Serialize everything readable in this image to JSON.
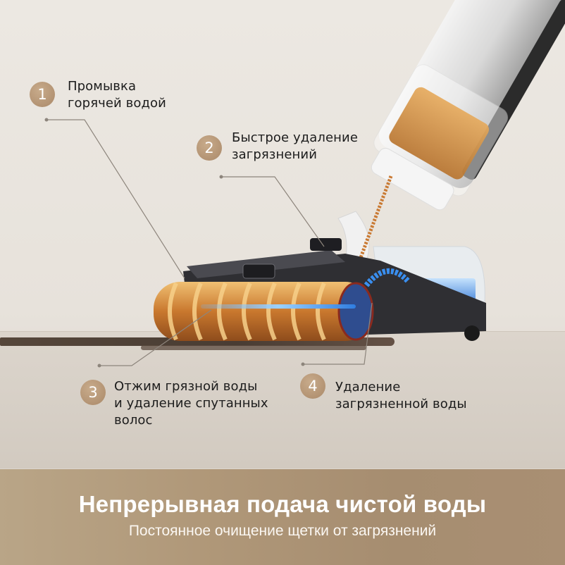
{
  "callouts": [
    {
      "number": "1",
      "line1": "Промывка",
      "line2": "горячей водой",
      "line3": ""
    },
    {
      "number": "2",
      "line1": "Быстрое удаление",
      "line2": "загрязнений",
      "line3": ""
    },
    {
      "number": "3",
      "line1": "Отжим грязной воды",
      "line2": "и удаление спутанных",
      "line3": "волос"
    },
    {
      "number": "4",
      "line1": "Удаление",
      "line2": "загрязненной воды",
      "line3": ""
    }
  ],
  "banner": {
    "title": "Непрерывная подача чистой воды",
    "subtitle": "Постоянное очищение щетки от загрязнений"
  },
  "colors": {
    "badge": "#b39373",
    "banner": "#ad9476",
    "background": "#ece8e2",
    "text": "#1c1c1c"
  }
}
